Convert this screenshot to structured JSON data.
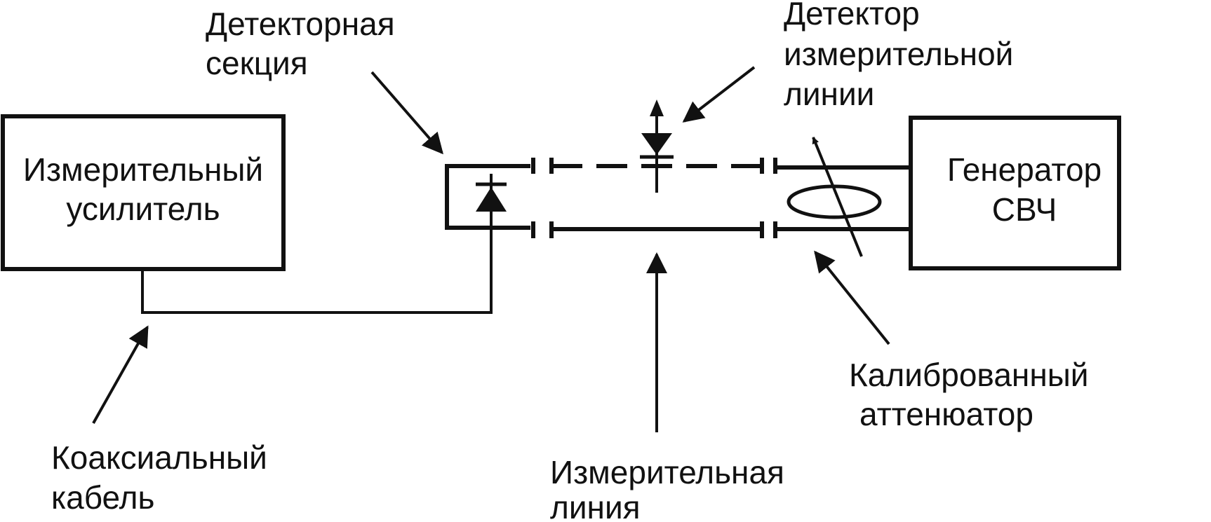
{
  "diagram": {
    "blocks": {
      "amplifier": {
        "line1": "Измерительный",
        "line2": "усилитель"
      },
      "generator": {
        "line1": "Генератор",
        "line2": "СВЧ"
      }
    },
    "labels": {
      "detector_section": {
        "line1": "Детекторная",
        "line2": "секция"
      },
      "line_detector": {
        "line1": "Детектор",
        "line2": "измерительной",
        "line3": "линии"
      },
      "coax_cable": {
        "line1": "Коаксиальный",
        "line2": "кабель"
      },
      "measuring_line": {
        "line1": "Измерительная",
        "line2": "линия"
      },
      "attenuator": {
        "line1": "Калиброванный",
        "line2": "аттенюатор"
      }
    },
    "colors": {
      "stroke": "#111111",
      "background": "#ffffff"
    }
  }
}
